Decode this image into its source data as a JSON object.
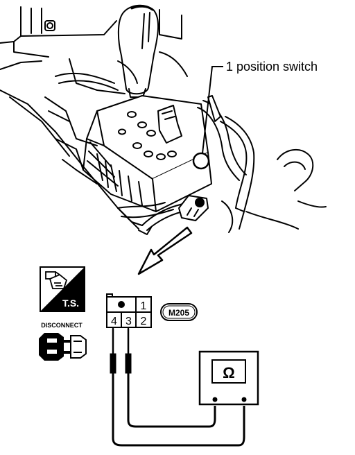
{
  "callout": {
    "label": "1 position switch"
  },
  "ts_badge": {
    "label": "T.S.",
    "icon": "inspection-hand-icon"
  },
  "disconnect": {
    "label": "DISCONNECT",
    "icon": "connector-disconnect-icon"
  },
  "connector": {
    "code": "M205",
    "pins": [
      {
        "label": "1"
      },
      {
        "label": "2"
      },
      {
        "label": "3"
      },
      {
        "label": "4"
      }
    ]
  },
  "meter": {
    "symbol": "Ω",
    "icon": "ohmmeter-icon"
  },
  "colors": {
    "ink": "#000000",
    "paper": "#ffffff"
  }
}
